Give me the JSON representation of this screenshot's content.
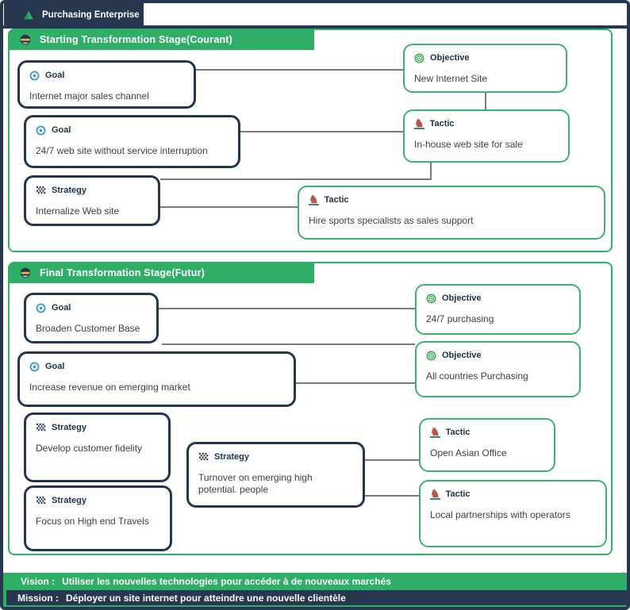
{
  "window": {
    "title": "Purchasing Enterprise"
  },
  "colors": {
    "navy": "#263850",
    "green_bar": "#2fae68",
    "node_navy_border": "#24364e",
    "node_green_border": "#3cb371",
    "connector": "#7b7b7b"
  },
  "icons": {
    "enterprise": "▲",
    "stage": "◐",
    "goal": "◎",
    "strategy": "▦",
    "objective": "◎",
    "tactic": "♞"
  },
  "sections": [
    {
      "header": "Starting Transformation Stage(Courant)",
      "nodes": [
        {
          "type": "Goal",
          "text": "Internet major sales channel"
        },
        {
          "type": "Goal",
          "text": "24/7 web site without service interruption"
        },
        {
          "type": "Strategy",
          "text": "Internalize Web site"
        },
        {
          "type": "Objective",
          "text": "New Internet Site"
        },
        {
          "type": "Tactic",
          "text": "In-house web site for sale"
        },
        {
          "type": "Tactic",
          "text": "Hire sports specialists as sales support"
        }
      ]
    },
    {
      "header": "Final Transformation Stage(Futur)",
      "nodes": [
        {
          "type": "Goal",
          "text": "Broaden Customer Base"
        },
        {
          "type": "Goal",
          "text": "Increase revenue on emerging market"
        },
        {
          "type": "Strategy",
          "text": "Develop customer fidelity"
        },
        {
          "type": "Strategy",
          "text": "Turnover on emerging high potential. people"
        },
        {
          "type": "Strategy",
          "text": "Focus on High end Travels"
        },
        {
          "type": "Objective",
          "text": "24/7 purchasing"
        },
        {
          "type": "Objective",
          "text": "All countries Purchasing"
        },
        {
          "type": "Tactic",
          "text": "Open Asian Office"
        },
        {
          "type": "Tactic",
          "text": "Local partnerships with operators"
        }
      ]
    }
  ],
  "footer": {
    "vision_label": "Vision :",
    "vision_text": "Utiliser les nouvelles technologies pour accéder à de nouveaux marchés",
    "mission_label": "Mission :",
    "mission_text": "Déployer un site internet pour atteindre une nouvelle clientèle"
  }
}
